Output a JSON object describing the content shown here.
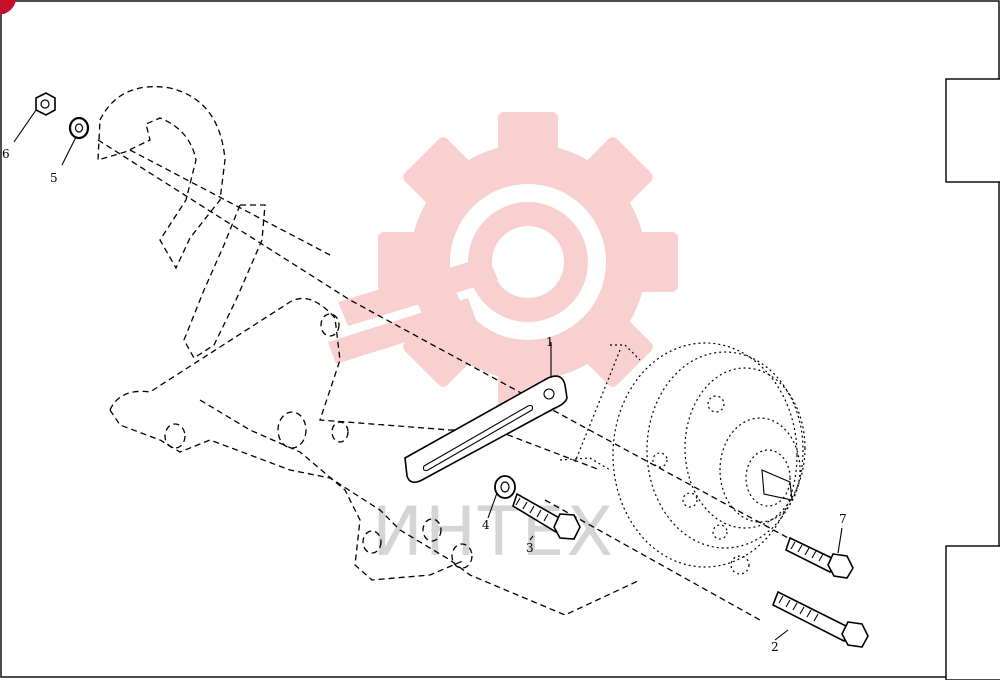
{
  "diagram": {
    "watermark": {
      "text": "ИНТЕХ",
      "accent": "#e3302f",
      "text_color": "#b3b3b3"
    },
    "callouts": [
      {
        "id": "1",
        "label": "1",
        "part": "adjusting-strap"
      },
      {
        "id": "2",
        "label": "2",
        "part": "long-cap-screw"
      },
      {
        "id": "3",
        "label": "3",
        "part": "cap-screw"
      },
      {
        "id": "4",
        "label": "4",
        "part": "washer"
      },
      {
        "id": "5",
        "label": "5",
        "part": "lock-washer"
      },
      {
        "id": "6",
        "label": "6",
        "part": "hex-nut"
      },
      {
        "id": "7",
        "label": "7",
        "part": "short-cap-screw"
      }
    ],
    "colors": {
      "line": "#000000",
      "background": "#ffffff",
      "corner_badge": "#c4102c"
    }
  }
}
